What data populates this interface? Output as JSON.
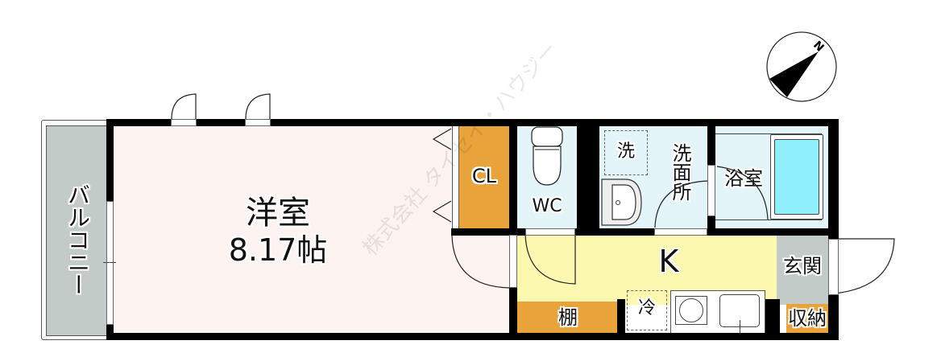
{
  "floorplan": {
    "rooms": {
      "western_room": {
        "name": "洋室",
        "size": "8.17帖",
        "color": "#fdf3f1"
      },
      "balcony": {
        "name": "バルコニー",
        "color": "#c3cbc8"
      },
      "closet": {
        "name": "CL",
        "color": "#e8a33a"
      },
      "toilet": {
        "name": "WC",
        "color": "#e4f5fa"
      },
      "washroom": {
        "name": "洗面所",
        "color": "#e4f5fa"
      },
      "washer": {
        "name": "洗"
      },
      "bathroom": {
        "name": "浴室",
        "color": "#e4f5fa",
        "tub_color": "#8ff0fb"
      },
      "kitchen": {
        "name": "K",
        "color": "#fdf8b0"
      },
      "shelf": {
        "name": "棚",
        "color": "#e8a33a"
      },
      "fridge": {
        "name": "冷"
      },
      "entrance": {
        "name": "玄関",
        "color": "#c3cbc8"
      },
      "storage": {
        "name": "収納",
        "color": "#e8a33a"
      }
    },
    "compass": {
      "label": "N"
    },
    "watermark": "株式会社 タイセイ・ハウジー"
  }
}
